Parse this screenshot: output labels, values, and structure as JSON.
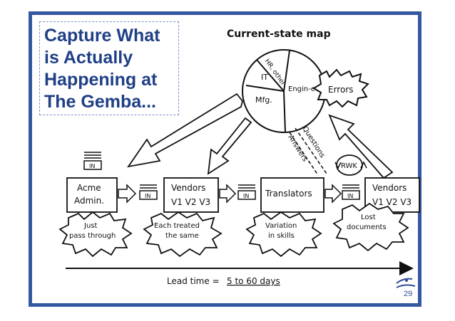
{
  "title": {
    "lines": [
      "Capture What",
      "is Actually",
      "Happening at",
      "The Gemba..."
    ]
  },
  "map": {
    "heading": "Current-state map",
    "pie_segments": {
      "hr_other": "HR, other",
      "it": "IT",
      "mfg": "Mfg.",
      "engineering": "Engin-eering"
    },
    "errors_label": "Errors",
    "questions_label": "Questions",
    "answers_label": "Answers",
    "rwk_label": "RWK",
    "inventory_label": "IN",
    "processes": [
      {
        "name": "Acme Admin.",
        "line1": "Acme",
        "line2": "Admin."
      },
      {
        "name": "Vendors",
        "line1": "Vendors",
        "line2": "V1 V2 V3"
      },
      {
        "name": "Translators",
        "line1": "Translators",
        "line2": ""
      },
      {
        "name": "Vendors",
        "line1": "Vendors",
        "line2": "V1 V2 V3"
      }
    ],
    "bursts": [
      {
        "line1": "Just",
        "line2": "pass through"
      },
      {
        "line1": "Each treated",
        "line2": "the same"
      },
      {
        "line1": "Variation",
        "line2": "in skills"
      },
      {
        "line1": "Lost",
        "line2": "documents"
      }
    ],
    "lead_time_label": "Lead time =",
    "lead_time_value": "5 to 60 days"
  },
  "page_number": "29",
  "colors": {
    "frame": "#3458a0",
    "title": "#1f3f86"
  }
}
